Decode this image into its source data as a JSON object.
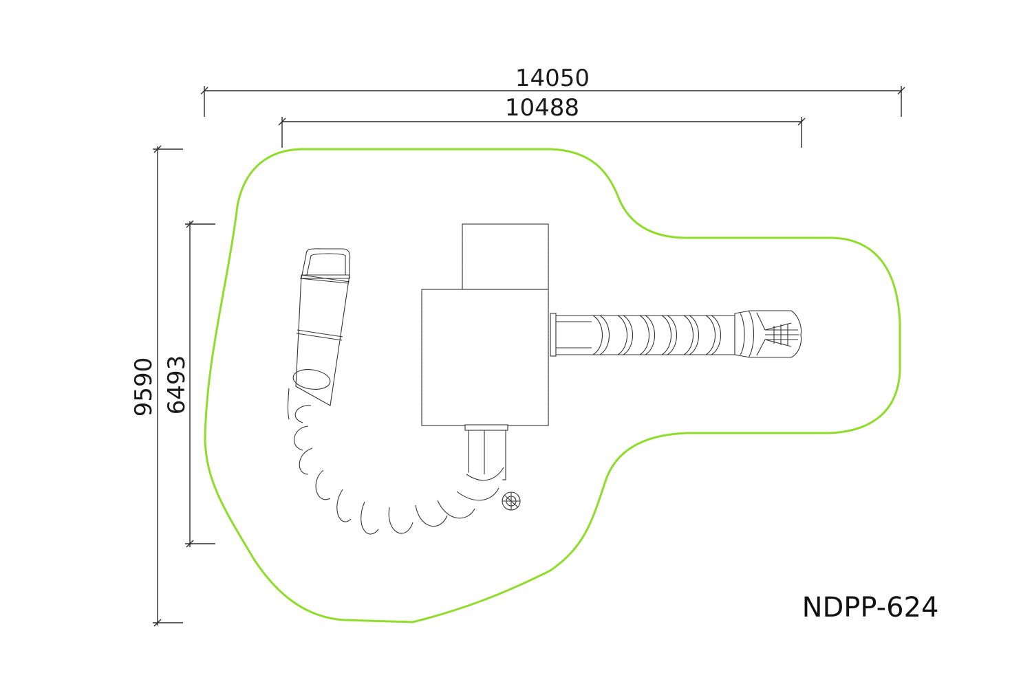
{
  "dimensions": {
    "overall_width": "14050",
    "structure_width": "10488",
    "overall_depth": "9590",
    "structure_depth": "6493"
  },
  "model_code": "NDPP-624",
  "colors": {
    "safety_zone": "#8fdc2a",
    "line": "#333333",
    "text": "#111111"
  }
}
